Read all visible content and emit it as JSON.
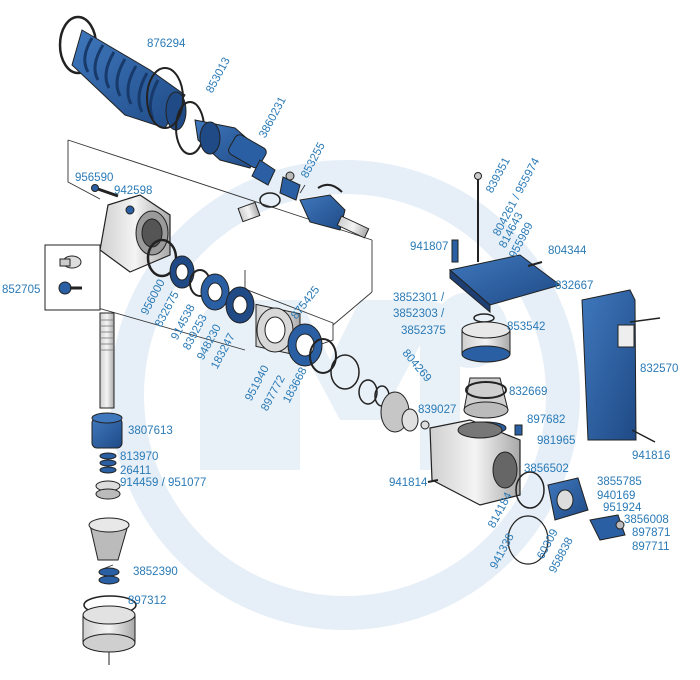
{
  "colors": {
    "label": "#2a7ab6",
    "part_blue": "#2b5fa3",
    "part_dark": "#1d3f73",
    "watermark": "#e3edf6",
    "outline": "#222222"
  },
  "watermark": {
    "icon": "circle-gm-logo-watermark"
  },
  "labels": {
    "p876294": "876294",
    "p853013": "853013",
    "p3860231": "3860231",
    "p853255": "853255",
    "p956590": "956590",
    "p942598": "942598",
    "p852705": "852705",
    "p956000": "956000",
    "p832675": "832675",
    "p914538": "914538",
    "p839253": "839253",
    "p948230": "948230",
    "p183247": "183247",
    "p875425": "875425",
    "p951940": "951940",
    "p897772": "897772",
    "p183668": "183668",
    "p3807613": "3807613",
    "p813970": "813970",
    "p26411": "26411",
    "p914459": "914459 / 951077",
    "p3852390": "3852390",
    "p897312": "897312",
    "p839351": "839351",
    "p804261": "804261 / 955974",
    "p814643": "814643",
    "p955989": "955989",
    "p941807": "941807",
    "p804344": "804344",
    "p832667": "832667",
    "p3852301": "3852301 /",
    "p3852303": "3852303 /",
    "p3852375": "3852375",
    "p853542": "853542",
    "p832570": "832570",
    "p804269": "804269",
    "p832669": "832669",
    "p839027": "839027",
    "p897682": "897682",
    "p981965": "981965",
    "p941816": "941816",
    "p941814": "941814",
    "p3856502": "3856502",
    "p3855785": "3855785",
    "p940169": "940169",
    "p951924": "951924",
    "p3856008": "3856008",
    "p897871": "897871",
    "p897711": "897711",
    "p814184": "814184",
    "p941338": "941338",
    "p60309": "60309",
    "p958838": "958838"
  }
}
